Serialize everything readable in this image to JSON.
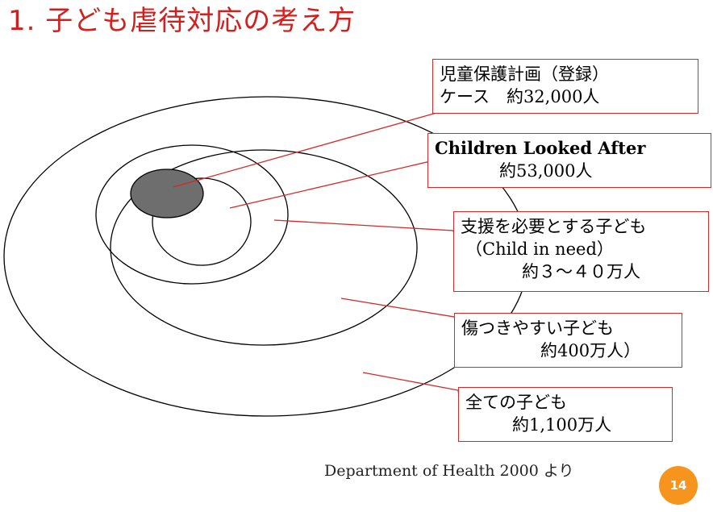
{
  "title": "1. 子ども虐待対応の考え方",
  "labels": {
    "plan": {
      "line1": "児童保護計画（登録）",
      "line2": "ケース　約32,000人"
    },
    "cla": {
      "line1": "Children Looked After",
      "line2": "約53,000人"
    },
    "cin": {
      "line1": "支援を必要とする子ども",
      "line2": "（Child in need）",
      "line3": "約３～４０万人"
    },
    "vulnerable": {
      "line1": "傷つきやすい子ども",
      "line2": "約400万人）"
    },
    "all": {
      "line1": "全ての子ども",
      "line2": "約1,100万人"
    }
  },
  "source": "Department of Health 2000 より",
  "page_number": "14",
  "colors": {
    "title": "#d41f1f",
    "connector": "#d62828",
    "filled_ellipse": "#6e6e6e",
    "page_badge": "#f7941d"
  }
}
